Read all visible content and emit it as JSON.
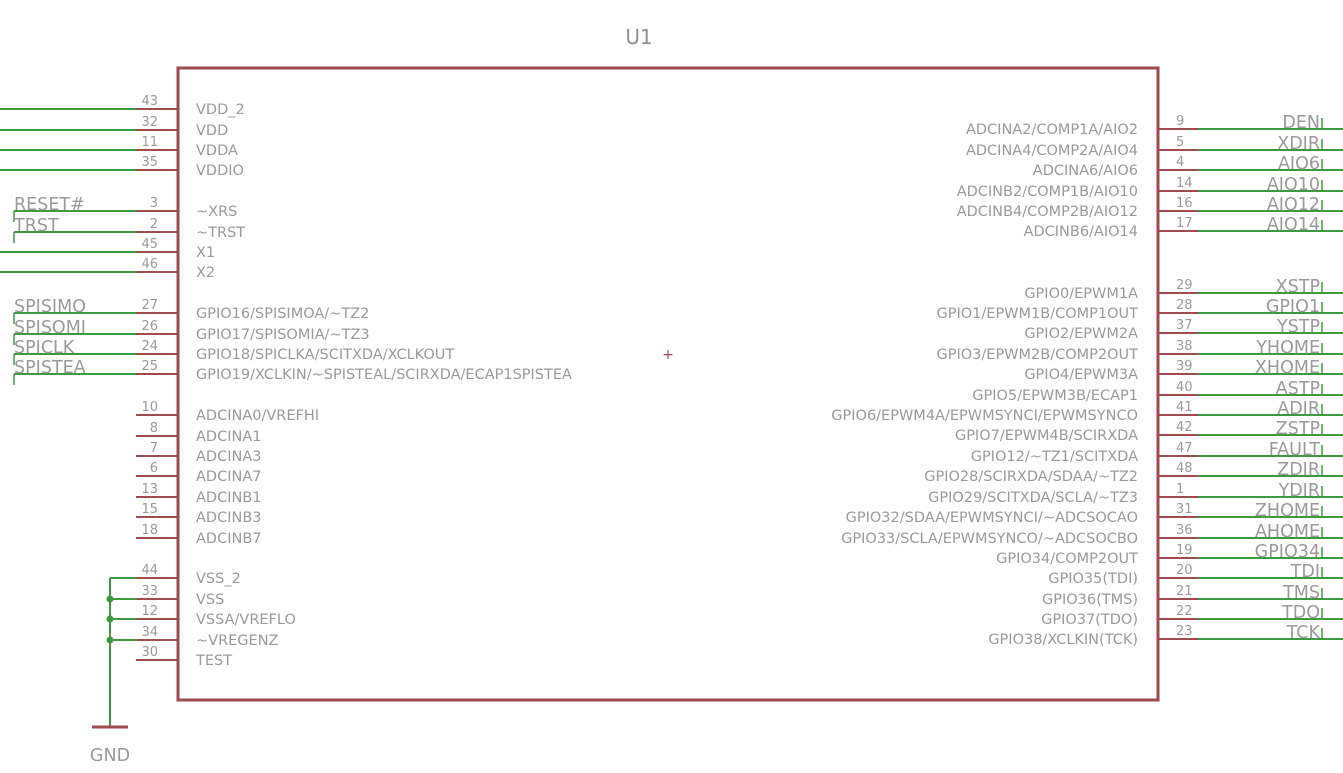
{
  "component": {
    "ref": "U1",
    "origin_mark": "+"
  },
  "colors": {
    "body": "#a14a4f",
    "pin": "#a14a4f",
    "wire": "#3f9a3f",
    "junction": "#3f9a3f",
    "text": "#9a9a9a"
  },
  "left_pins": [
    {
      "num": "43",
      "name": "VDD_2",
      "net": ""
    },
    {
      "num": "32",
      "name": "VDD",
      "net": ""
    },
    {
      "num": "11",
      "name": "VDDA",
      "net": ""
    },
    {
      "num": "35",
      "name": "VDDIO",
      "net": ""
    },
    {
      "num": "3",
      "name": "~XRS",
      "net": "RESET#"
    },
    {
      "num": "2",
      "name": "~TRST",
      "net": "TRST"
    },
    {
      "num": "45",
      "name": "X1",
      "net": ""
    },
    {
      "num": "46",
      "name": "X2",
      "net": ""
    },
    {
      "num": "27",
      "name": "GPIO16/SPISIMOA/~TZ2",
      "net": "SPISIMO"
    },
    {
      "num": "26",
      "name": "GPIO17/SPISOMIA/~TZ3",
      "net": "SPISOMI"
    },
    {
      "num": "24",
      "name": "GPIO18/SPICLKA/SCITXDA/XCLKOUT",
      "net": "SPICLK"
    },
    {
      "num": "25",
      "name": "GPIO19/XCLKIN/~SPISTEAL/SCIRXDA/ECAP1SPISTEA",
      "net": "SPISTEA"
    },
    {
      "num": "10",
      "name": "ADCINA0/VREFHI",
      "net": ""
    },
    {
      "num": "8",
      "name": "ADCINA1",
      "net": ""
    },
    {
      "num": "7",
      "name": "ADCINA3",
      "net": ""
    },
    {
      "num": "6",
      "name": "ADCINA7",
      "net": ""
    },
    {
      "num": "13",
      "name": "ADCINB1",
      "net": ""
    },
    {
      "num": "15",
      "name": "ADCINB3",
      "net": ""
    },
    {
      "num": "18",
      "name": "ADCINB7",
      "net": ""
    },
    {
      "num": "44",
      "name": "VSS_2",
      "net": ""
    },
    {
      "num": "33",
      "name": "VSS",
      "net": ""
    },
    {
      "num": "12",
      "name": "VSSA/VREFLO",
      "net": ""
    },
    {
      "num": "34",
      "name": "~VREGENZ",
      "net": ""
    },
    {
      "num": "30",
      "name": "TEST",
      "net": ""
    }
  ],
  "right_pins": [
    {
      "num": "9",
      "name": "ADCINA2/COMP1A/AIO2",
      "net": "DEN"
    },
    {
      "num": "5",
      "name": "ADCINA4/COMP2A/AIO4",
      "net": "XDIR"
    },
    {
      "num": "4",
      "name": "ADCINA6/AIO6",
      "net": "AIO6"
    },
    {
      "num": "14",
      "name": "ADCINB2/COMP1B/AIO10",
      "net": "AIO10"
    },
    {
      "num": "16",
      "name": "ADCINB4/COMP2B/AIO12",
      "net": "AIO12"
    },
    {
      "num": "17",
      "name": "ADCINB6/AIO14",
      "net": "AIO14"
    },
    {
      "num": "29",
      "name": "GPIO0/EPWM1A",
      "net": "XSTP"
    },
    {
      "num": "28",
      "name": "GPIO1/EPWM1B/COMP1OUT",
      "net": "GPIO1"
    },
    {
      "num": "37",
      "name": "GPIO2/EPWM2A",
      "net": "YSTP"
    },
    {
      "num": "38",
      "name": "GPIO3/EPWM2B/COMP2OUT",
      "net": "YHOME"
    },
    {
      "num": "39",
      "name": "GPIO4/EPWM3A",
      "net": "XHOME"
    },
    {
      "num": "40",
      "name": "GPIO5/EPWM3B/ECAP1",
      "net": "ASTP"
    },
    {
      "num": "41",
      "name": "GPIO6/EPWM4A/EPWMSYNCI/EPWMSYNCO",
      "net": "ADIR"
    },
    {
      "num": "42",
      "name": "GPIO7/EPWM4B/SCIRXDA",
      "net": "ZSTP"
    },
    {
      "num": "47",
      "name": "GPIO12/~TZ1/SCITXDA",
      "net": "FAULT"
    },
    {
      "num": "48",
      "name": "GPIO28/SCIRXDA/SDAA/~TZ2",
      "net": "ZDIR"
    },
    {
      "num": "1",
      "name": "GPIO29/SCITXDA/SCLA/~TZ3",
      "net": "YDIR"
    },
    {
      "num": "31",
      "name": "GPIO32/SDAA/EPWMSYNCI/~ADCSOCAO",
      "net": "ZHOME"
    },
    {
      "num": "36",
      "name": "GPIO33/SCLA/EPWMSYNCO/~ADCSOCBO",
      "net": "AHOME"
    },
    {
      "num": "19",
      "name": "GPIO34/COMP2OUT",
      "net": "GPIO34"
    },
    {
      "num": "20",
      "name": "GPIO35(TDI)",
      "net": "TDI"
    },
    {
      "num": "21",
      "name": "GPIO36(TMS)",
      "net": "TMS"
    },
    {
      "num": "22",
      "name": "GPIO37(TDO)",
      "net": "TDO"
    },
    {
      "num": "23",
      "name": "GPIO38/XCLKIN(TCK)",
      "net": "TCK"
    }
  ],
  "ground": {
    "label": "GND"
  }
}
